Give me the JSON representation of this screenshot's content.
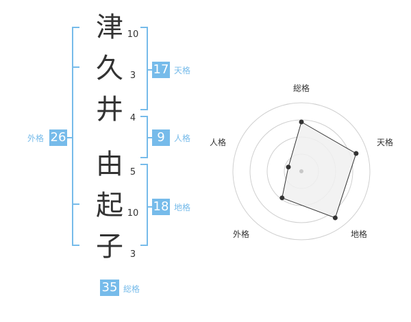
{
  "name": {
    "characters": [
      {
        "char": "津",
        "strokes": "10"
      },
      {
        "char": "久",
        "strokes": "3"
      },
      {
        "char": "井",
        "strokes": "4"
      },
      {
        "char": "由",
        "strokes": "5"
      },
      {
        "char": "起",
        "strokes": "10"
      },
      {
        "char": "子",
        "strokes": "3"
      }
    ]
  },
  "kakusu": {
    "tenkaku": {
      "value": "17",
      "label": "天格"
    },
    "jinkaku": {
      "value": "9",
      "label": "人格"
    },
    "chikaku": {
      "value": "18",
      "label": "地格"
    },
    "gaikaku": {
      "value": "26",
      "label": "外格"
    },
    "soukaku": {
      "value": "35",
      "label": "総格"
    }
  },
  "radar": {
    "labels": {
      "soukaku": "総格",
      "tenkaku": "天格",
      "chikaku": "地格",
      "gaikaku": "外格",
      "jinkaku": "人格"
    },
    "scores": {
      "soukaku": 0.72,
      "tenkaku": 0.84,
      "chikaku": 0.84,
      "gaikaku": 0.48,
      "jinkaku": 0.2
    },
    "rings": 4
  },
  "colors": {
    "accent": "#76bbea",
    "text": "#333333",
    "grid": "#cfcfcf",
    "polygon_fill": "#f0f0f0",
    "polygon_stroke": "#333333"
  }
}
